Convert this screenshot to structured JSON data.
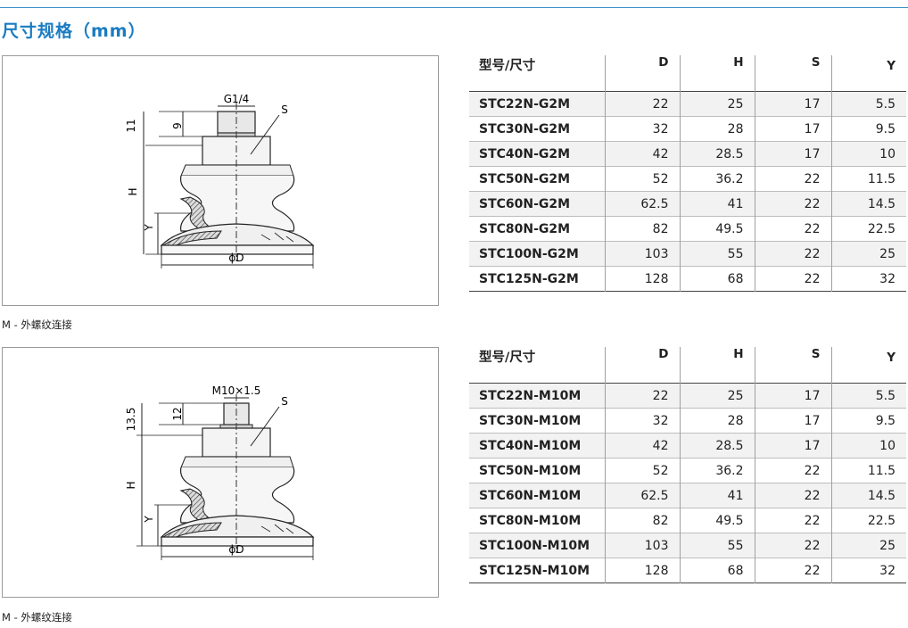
{
  "title": "尺寸规格（mm）",
  "sections": [
    {
      "drawing": {
        "thread_label": "G1/4",
        "dim_top": "11",
        "dim_thread": "9",
        "dim_s": "S",
        "dim_h": "H",
        "dim_y": "Y",
        "dim_d": "ϕD"
      },
      "caption": "M - 外螺纹连接",
      "table": {
        "headers": [
          "型号/尺寸",
          "D",
          "H",
          "S",
          "Y"
        ],
        "rows": [
          [
            "STC22N-G2M",
            "22",
            "25",
            "17",
            "5.5"
          ],
          [
            "STC30N-G2M",
            "32",
            "28",
            "17",
            "9.5"
          ],
          [
            "STC40N-G2M",
            "42",
            "28.5",
            "17",
            "10"
          ],
          [
            "STC50N-G2M",
            "52",
            "36.2",
            "22",
            "11.5"
          ],
          [
            "STC60N-G2M",
            "62.5",
            "41",
            "22",
            "14.5"
          ],
          [
            "STC80N-G2M",
            "82",
            "49.5",
            "22",
            "22.5"
          ],
          [
            "STC100N-G2M",
            "103",
            "55",
            "22",
            "25"
          ],
          [
            "STC125N-G2M",
            "128",
            "68",
            "22",
            "32"
          ]
        ]
      }
    },
    {
      "drawing": {
        "thread_label": "M10×1.5",
        "dim_top": "13.5",
        "dim_thread": "12",
        "dim_s": "S",
        "dim_h": "H",
        "dim_y": "Y",
        "dim_d": "ϕD"
      },
      "caption": "M - 外螺纹连接",
      "table": {
        "headers": [
          "型号/尺寸",
          "D",
          "H",
          "S",
          "Y"
        ],
        "rows": [
          [
            "STC22N-M10M",
            "22",
            "25",
            "17",
            "5.5"
          ],
          [
            "STC30N-M10M",
            "32",
            "28",
            "17",
            "9.5"
          ],
          [
            "STC40N-M10M",
            "42",
            "28.5",
            "17",
            "10"
          ],
          [
            "STC50N-M10M",
            "52",
            "36.2",
            "22",
            "11.5"
          ],
          [
            "STC60N-M10M",
            "62.5",
            "41",
            "22",
            "14.5"
          ],
          [
            "STC80N-M10M",
            "82",
            "49.5",
            "22",
            "22.5"
          ],
          [
            "STC100N-M10M",
            "103",
            "55",
            "22",
            "25"
          ],
          [
            "STC125N-M10M",
            "128",
            "68",
            "22",
            "32"
          ]
        ]
      }
    }
  ]
}
